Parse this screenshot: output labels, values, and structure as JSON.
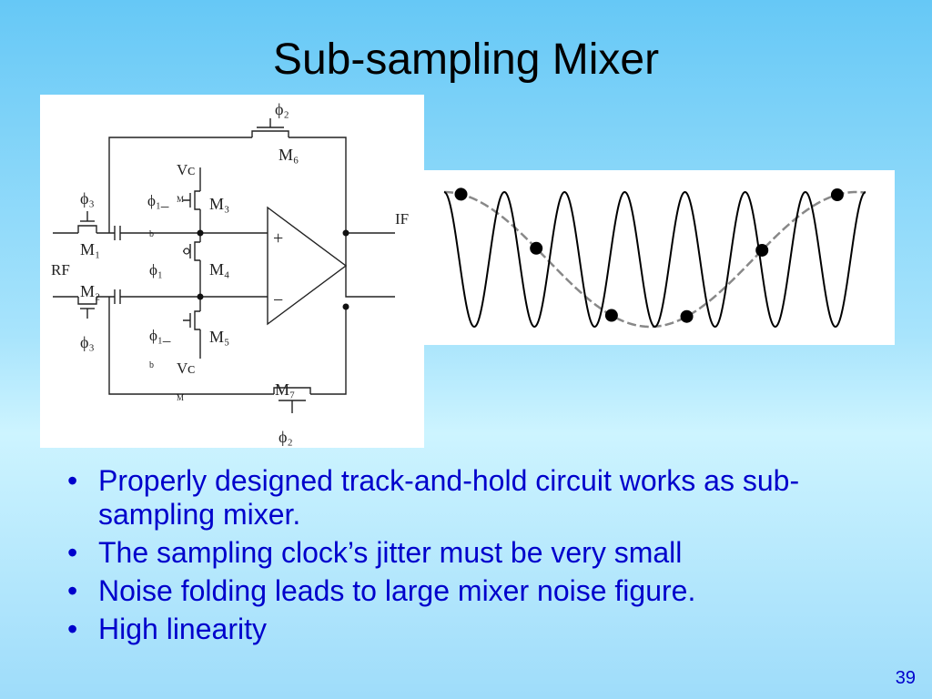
{
  "slide": {
    "title": "Sub-sampling Mixer",
    "page_number": "39"
  },
  "circuit": {
    "label_rf": "RF",
    "label_if": "IF",
    "label_phi2_top": "ϕ₂",
    "label_phi2_bottom": "ϕ₂",
    "label_phi3_top": "ϕ₃",
    "label_phi3_bottom": "ϕ₃",
    "label_phi1_m3": "ϕ₁_",
    "label_phi1_m4": "ϕ₁",
    "label_phi1_m5": "ϕ₁_",
    "label_m1": "M₁",
    "label_m2": "M₂",
    "label_m3": "M₃",
    "label_m4": "M₄",
    "label_m5": "M₅",
    "label_m6": "M₆",
    "label_m7": "M₇",
    "label_vcm_top": "Vᴄ",
    "label_vcm_bottom": "Vᴄ",
    "label_m_small_top": "M",
    "label_m_small_bottom": "M",
    "label_b_top": "b",
    "label_b_bottom": "b",
    "opamp_plus": "+",
    "opamp_minus": "−"
  },
  "waveform": {
    "fast_cycles": 7,
    "slow_cycles": 1,
    "sample_points": 6,
    "fast_color": "#000000",
    "slow_color": "#888888"
  },
  "bullets": [
    "Properly designed track-and-hold circuit works as sub-sampling mixer.",
    "The sampling clock’s jitter must be very small",
    "Noise folding leads to large mixer noise figure.",
    "High linearity"
  ],
  "colors": {
    "text_blue": "#0000cc",
    "title": "#000000"
  }
}
